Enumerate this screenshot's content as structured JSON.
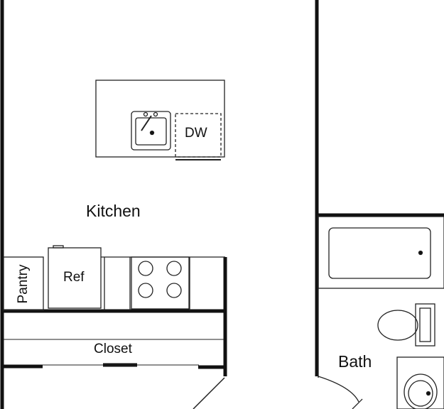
{
  "rooms": {
    "kitchen": "Kitchen",
    "bath": "Bath",
    "closet": "Closet",
    "pantry": "Pantry"
  },
  "fixtures": {
    "dishwasher": "DW",
    "refrigerator": "Ref"
  },
  "colors": {
    "wall": "#111111",
    "line": "#222222",
    "background": "#ffffff"
  }
}
